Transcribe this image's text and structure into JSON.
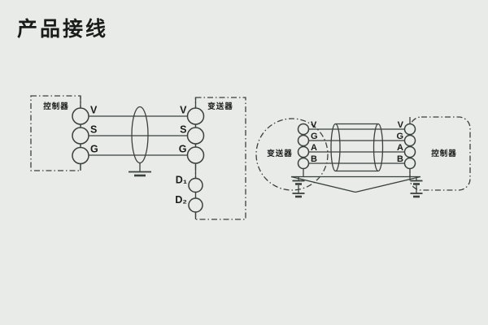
{
  "title": "产品接线",
  "colors": {
    "background": "#e8ebe8",
    "line": "#3a403e",
    "text": "#1a1c1b"
  },
  "left_diagram": {
    "controller_label": "控制器",
    "transmitter_label": "变送器",
    "controller_terminals": [
      "V",
      "S",
      "G"
    ],
    "transmitter_terminals": [
      "V",
      "S",
      "G",
      "D₁",
      "D₂"
    ]
  },
  "right_diagram": {
    "transmitter_label": "变送器",
    "controller_label": "控制器",
    "transmitter_terminals": [
      "V",
      "G",
      "A",
      "B"
    ],
    "controller_terminals": [
      "V",
      "G",
      "A",
      "B"
    ]
  }
}
